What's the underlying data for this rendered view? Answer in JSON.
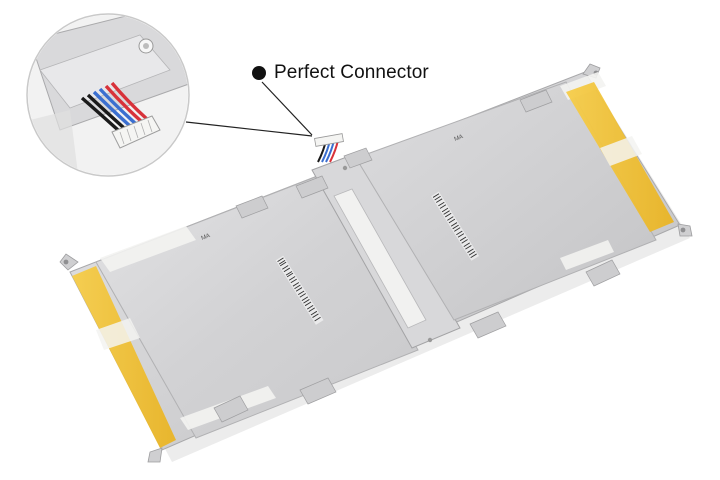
{
  "callout": {
    "label": "Perfect Connector",
    "marker": "bullet-dot"
  },
  "battery": {
    "cell_marking_left": "MA",
    "cell_marking_right": "MA"
  },
  "colors": {
    "cell_silver": "#d4d4d6",
    "frame_metal": "#c6c6c8",
    "tape_yellow": "#f2c12e",
    "tape_white": "#f3f3f1",
    "wire_red": "#d8323a",
    "wire_blue": "#3b6fd0",
    "wire_black": "#1a1a1a"
  }
}
